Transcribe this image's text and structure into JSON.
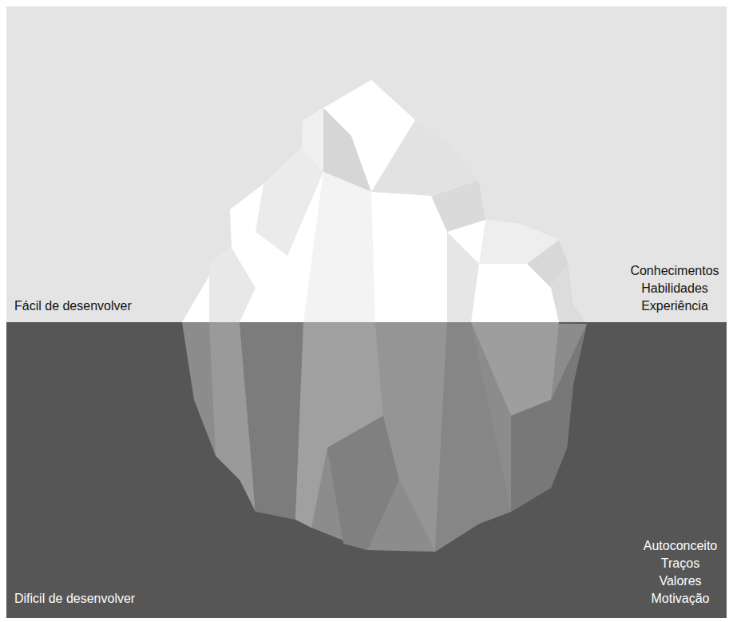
{
  "diagram": {
    "labels": [
      "Fácil de desenvolver",
      "Conhecimentos",
      "Habilidades",
      "Experiência",
      "Autoconceito",
      "Traços",
      "Valores",
      "Motivação",
      "Dificil de desenvolver"
    ]
  }
}
